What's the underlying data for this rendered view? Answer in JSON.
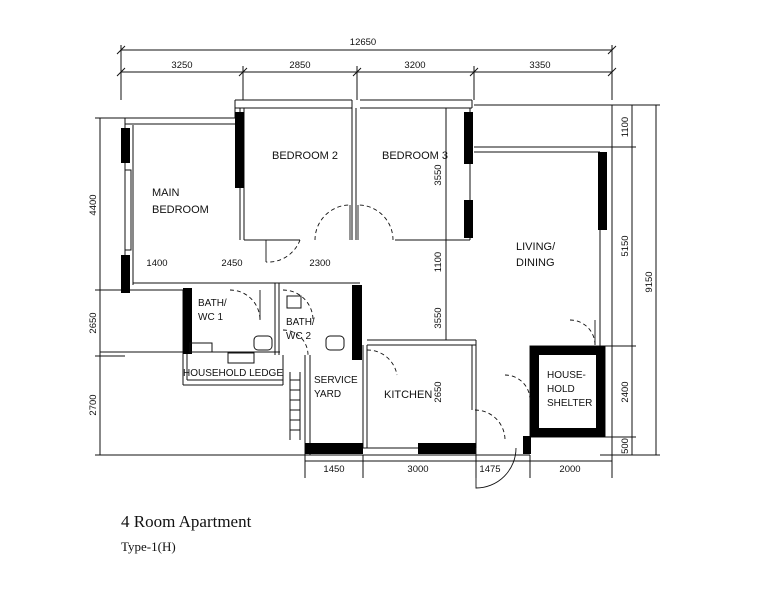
{
  "title": "4 Room Apartment",
  "subtitle": "Type-1(H)",
  "rooms": {
    "main_bedroom_1": "MAIN",
    "main_bedroom_2": "BEDROOM",
    "bedroom2": "BEDROOM 2",
    "bedroom3": "BEDROOM 3",
    "living_1": "LIVING/",
    "living_2": "DINING",
    "bath1_1": "BATH/",
    "bath1_2": "WC 1",
    "bath2_1": "BATH/",
    "bath2_2": "WC 2",
    "ledge": "HOUSEHOLD LEDGE",
    "service_1": "SERVICE",
    "service_2": "YARD",
    "kitchen": "KITCHEN",
    "shelter_1": "HOUSE-",
    "shelter_2": "HOLD",
    "shelter_3": "SHELTER"
  },
  "dimensions": {
    "overall_width": "12650",
    "top": [
      "3250",
      "2850",
      "3200",
      "3350"
    ],
    "interior": [
      "1400",
      "2450",
      "2300"
    ],
    "bottom": [
      "1450",
      "3000",
      "1475",
      "2000"
    ],
    "left": [
      "4400",
      "2650",
      "2700"
    ],
    "right": [
      "1100",
      "5150",
      "2400",
      "500"
    ],
    "overall_height": "9150",
    "bedroom3_depth": "3550",
    "corridor": "1100",
    "kitchen_depth": "3550",
    "kitchen_width": "2650"
  }
}
